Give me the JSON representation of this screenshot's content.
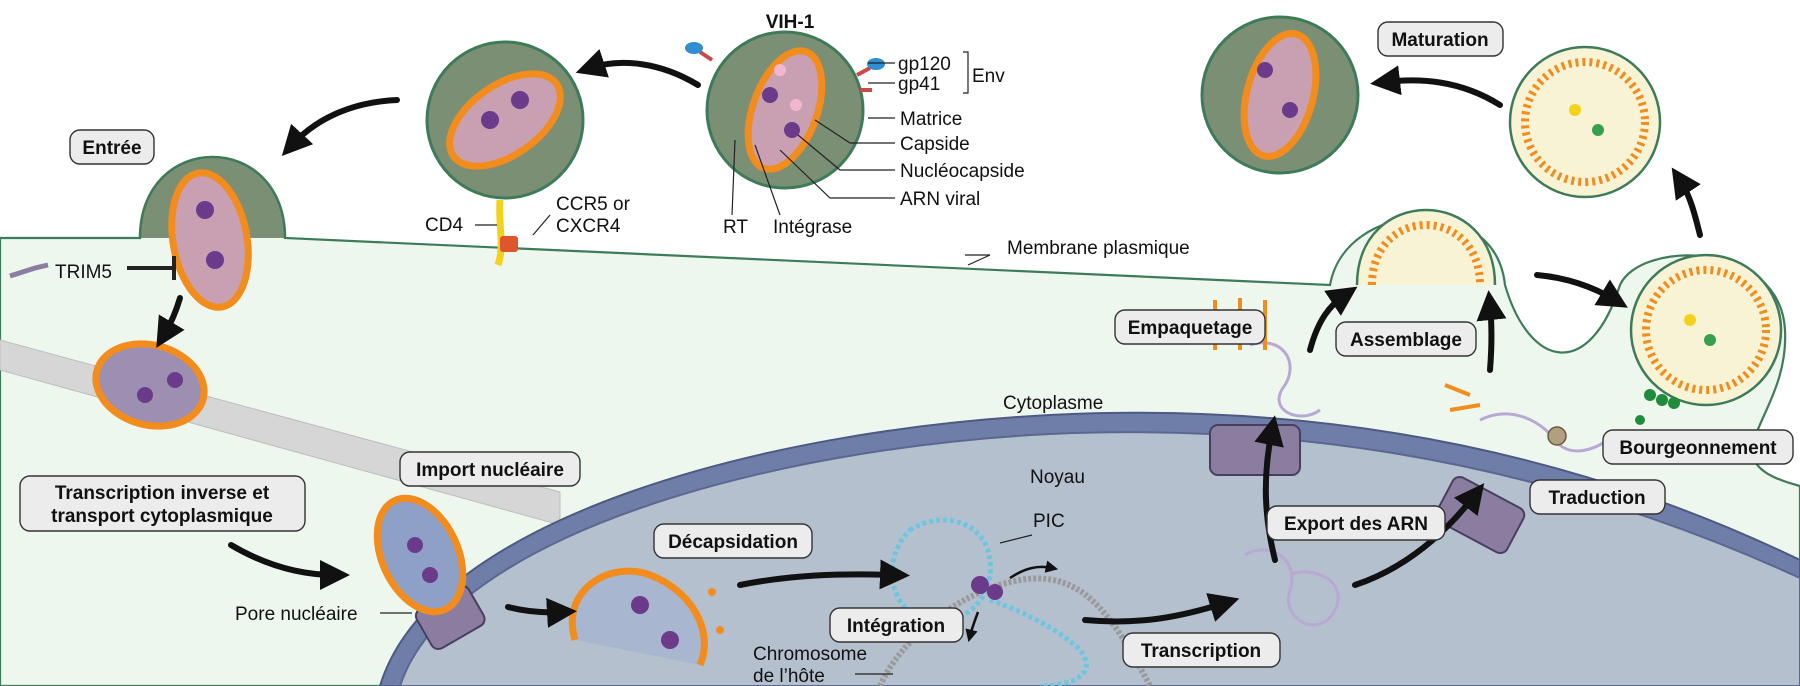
{
  "title": "VIH-1",
  "components": {
    "gp120": "gp120",
    "gp41": "gp41",
    "env": "Env",
    "matrice": "Matrice",
    "capside": "Capside",
    "nucleocapside": "Nucléocapside",
    "arn_viral": "ARN viral",
    "rt": "RT",
    "integrase": "Intégrase"
  },
  "receptors": {
    "cd4": "CD4",
    "ccr5_line1": "CCR5 or",
    "ccr5_line2": "CXCR4"
  },
  "labels": {
    "trim5": "TRIM5",
    "membrane": "Membrane plasmique",
    "cytoplasme": "Cytoplasme",
    "noyau": "Noyau",
    "pic": "PIC",
    "pore": "Pore nucléaire",
    "chromosome_line1": "Chromosome",
    "chromosome_line2": "de l’hôte"
  },
  "steps": {
    "entree": "Entrée",
    "transcription_inverse_line1": "Transcription inverse et",
    "transcription_inverse_line2": "transport cytoplasmique",
    "import": "Import nucléaire",
    "decapsidation": "Décapsidation",
    "integration": "Intégration",
    "transcription": "Transcription",
    "export": "Export des ARN",
    "traduction": "Traduction",
    "empaquetage": "Empaquetage",
    "assemblage": "Assemblage",
    "bourgeonnement": "Bourgeonnement",
    "maturation": "Maturation"
  },
  "colors": {
    "cytoplasm": "#eef7ee",
    "membrane": "#3e7b58",
    "nucleus": "#b5c0cf",
    "nuclear_envelope": "#6f7ea8",
    "virion_fill": "#7b8f74",
    "capsid": "#f28c1c",
    "capsid_inner": "#c8a0b2",
    "rna": "#b9a7d4",
    "gp120": "#2f8fd0",
    "gp41": "#c94a4a",
    "cd4": "#f2d21c",
    "ccr5": "#e0562c",
    "pore": "#8a7da0",
    "integrase": "#6b3a8a"
  }
}
